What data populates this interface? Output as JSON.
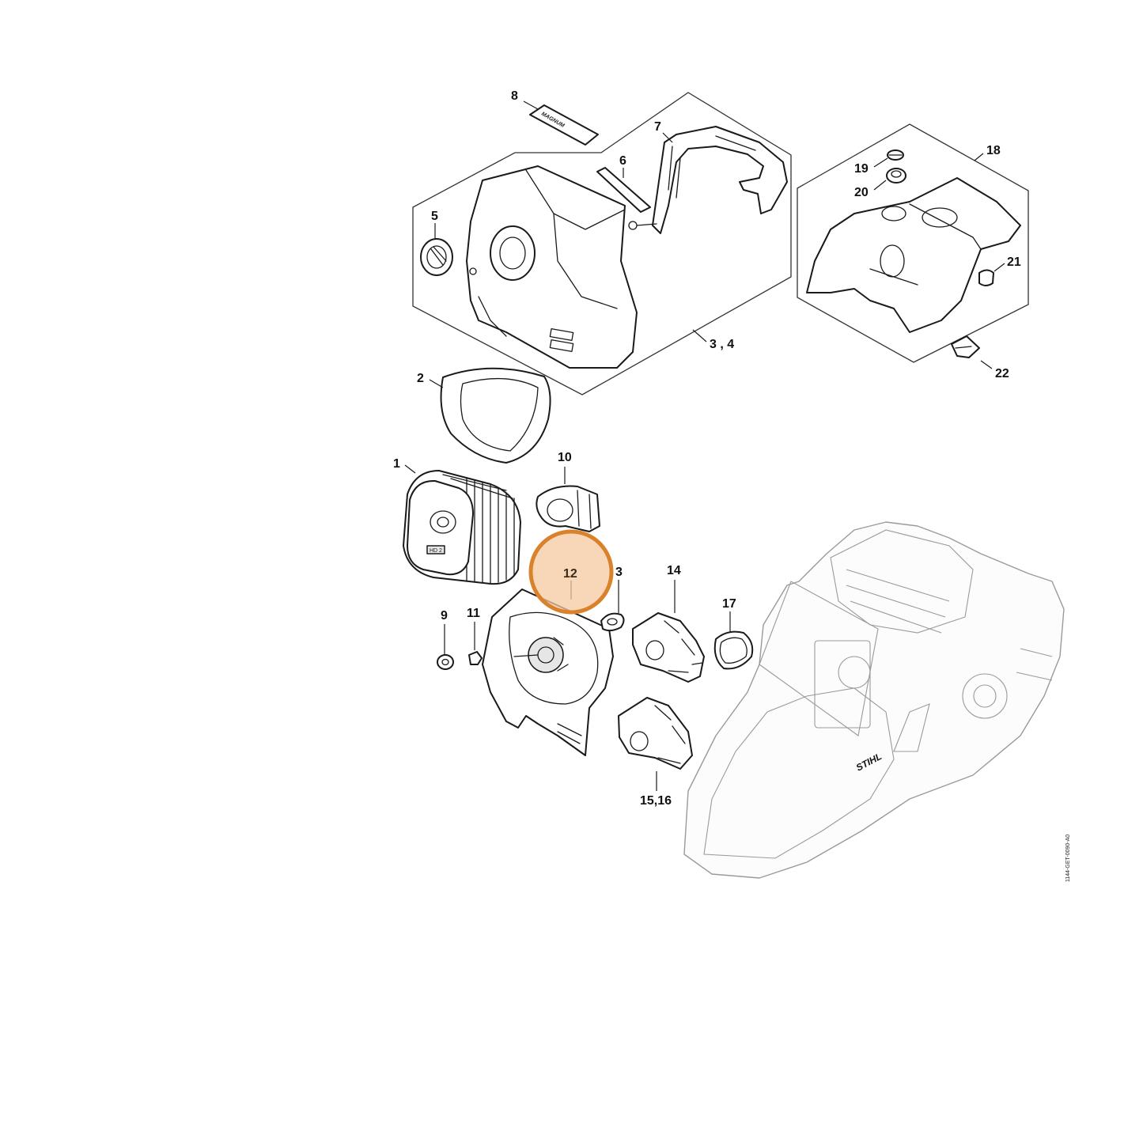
{
  "diagram": {
    "callouts": {
      "c1": "1",
      "c2": "2",
      "c3_4": "3 , 4",
      "c5": "5",
      "c6": "6",
      "c7": "7",
      "c8": "8",
      "c9": "9",
      "c10": "10",
      "c11": "11",
      "c12": "12",
      "c13": "3",
      "c14": "14",
      "c15_16": "15,16",
      "c17": "17",
      "c18": "18",
      "c19": "19",
      "c20": "20",
      "c21": "21",
      "c22": "22"
    },
    "highlighted_callout": "12",
    "decal_text": "MAGNUM",
    "brand_text": "STIHL",
    "filter_badge": "HD 2",
    "drawing_reference": "1144-GET-0090-A0",
    "highlight_color": "#d9822b"
  }
}
